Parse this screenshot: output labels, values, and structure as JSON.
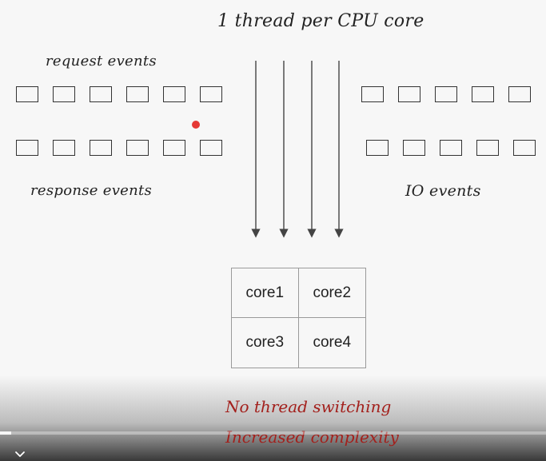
{
  "diagram": {
    "title": "1 thread per CPU core",
    "request_label": "request events",
    "response_label": "response events",
    "io_label": "IO events",
    "cores": [
      "core1",
      "core2",
      "core3",
      "core4"
    ],
    "notes": [
      "No thread switching",
      "Increased complexity"
    ],
    "accent_color": "#a3201c",
    "dot_color": "#e53935"
  },
  "player": {
    "progress": 0.02
  }
}
